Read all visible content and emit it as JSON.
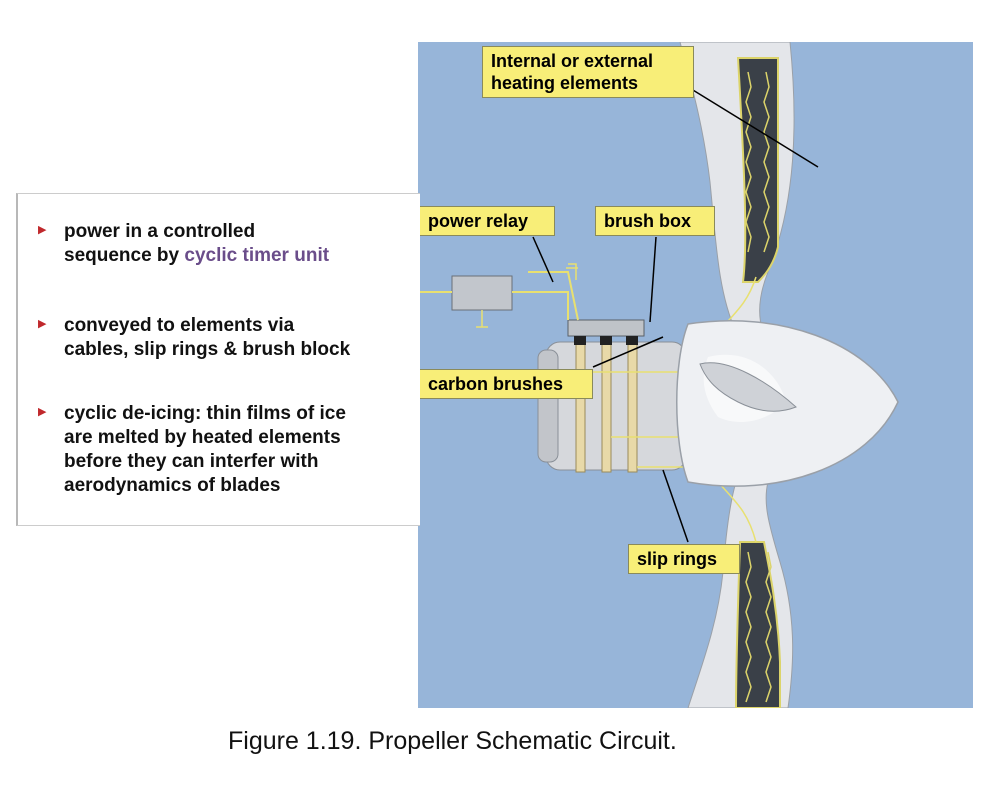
{
  "bullets": [
    {
      "line1": "power in a controlled",
      "line2_prefix": "sequence by ",
      "line2_highlight": "cyclic timer unit"
    },
    {
      "line1": "conveyed to elements via",
      "line2": "cables, slip rings & brush block"
    },
    {
      "line1": "cyclic de-icing: thin films of ice",
      "line2": "are melted by heated elements",
      "line3": "before they can interfer with",
      "line4": "aerodynamics of blades"
    }
  ],
  "callouts": {
    "heating_line1": "Internal or external",
    "heating_line2": "heating elements",
    "power_relay": "power relay",
    "brush_box": "brush box",
    "carbon_brushes": "carbon brushes",
    "slip_rings": "slip rings"
  },
  "caption": "Figure 1.19.  Propeller Schematic Circuit.",
  "colors": {
    "background": "#97b5d9",
    "callout": "#f8ee78",
    "bullet_marker": "#c0282c",
    "highlight": "#6a4d8a",
    "wire": "#e8e070"
  }
}
